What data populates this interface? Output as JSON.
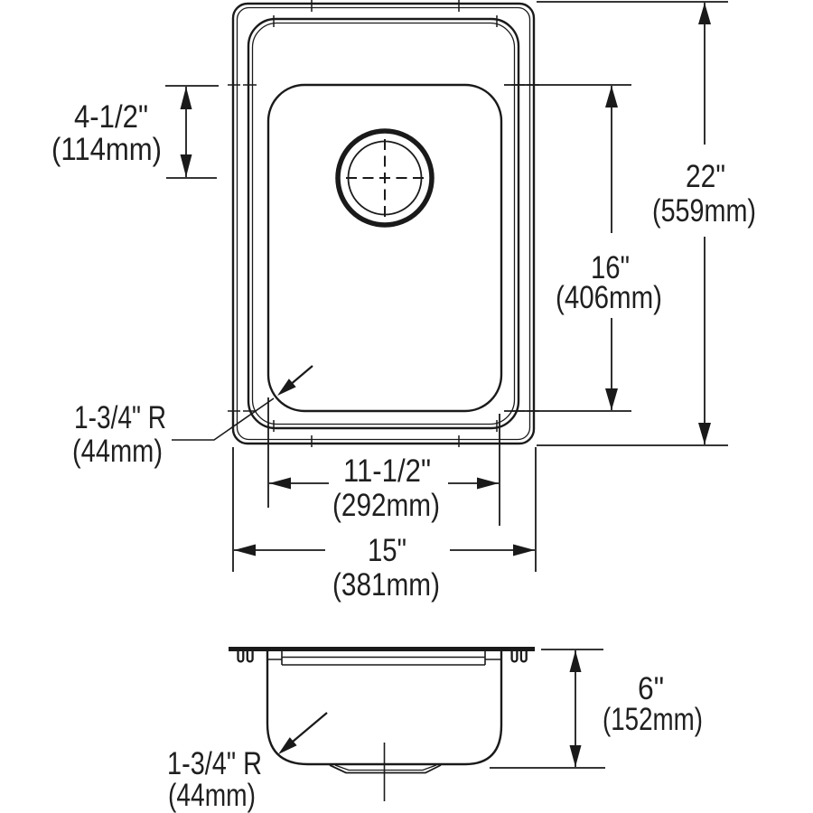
{
  "drawing": {
    "title_hint": "sink-dimension-spec-drawing",
    "colors": {
      "line": "#1a1a1a",
      "text": "#1f1f1f",
      "background": "#ffffff"
    },
    "dims": {
      "bowl_back_offset": {
        "in": "4-1/2\"",
        "mm": "(114mm)"
      },
      "overall_depth": {
        "in": "22\"",
        "mm": "(559mm)"
      },
      "bowl_depth": {
        "in": "16\"",
        "mm": "(406mm)"
      },
      "bowl_width": {
        "in": "11-1/2\"",
        "mm": "(292mm)"
      },
      "overall_width": {
        "in": "15\"",
        "mm": "(381mm)"
      },
      "bowl_radius_top": {
        "in": "1-3/4\" R",
        "mm": "(44mm)"
      },
      "side_bowl_height": {
        "in": "6\"",
        "mm": "(152mm)"
      },
      "side_radius": {
        "in": "1-3/4\" R",
        "mm": "(44mm)"
      }
    }
  }
}
